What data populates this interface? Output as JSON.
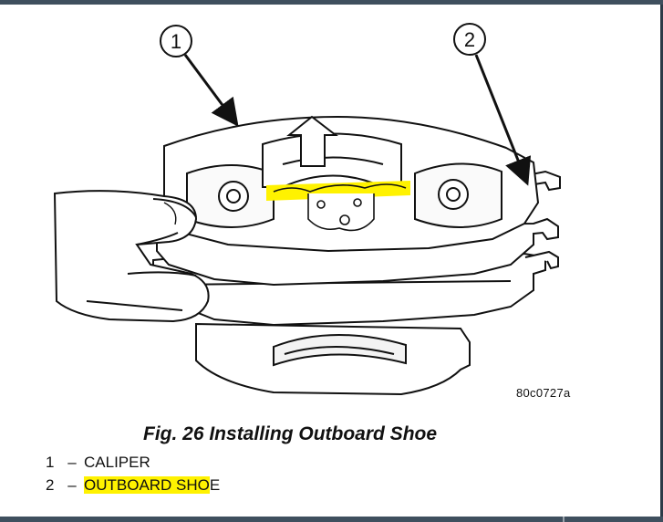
{
  "callouts": {
    "one": "1",
    "two": "2"
  },
  "figure_code": "80c0727a",
  "caption": "Fig. 26 Installing Outboard Shoe",
  "legend": [
    {
      "number": "1",
      "dash": "–",
      "label_highlighted": "",
      "label_rest": "CALIPER"
    },
    {
      "number": "2",
      "dash": "–",
      "label_highlighted": "OUTBOARD SHO",
      "label_rest": "E"
    }
  ],
  "colors": {
    "highlight": "#fff200",
    "frame_bar": "#3f4f5e",
    "line": "#111111"
  },
  "icons": [
    "callout-circle-icon",
    "pointer-arrow-icon",
    "lift-arrow-icon"
  ]
}
